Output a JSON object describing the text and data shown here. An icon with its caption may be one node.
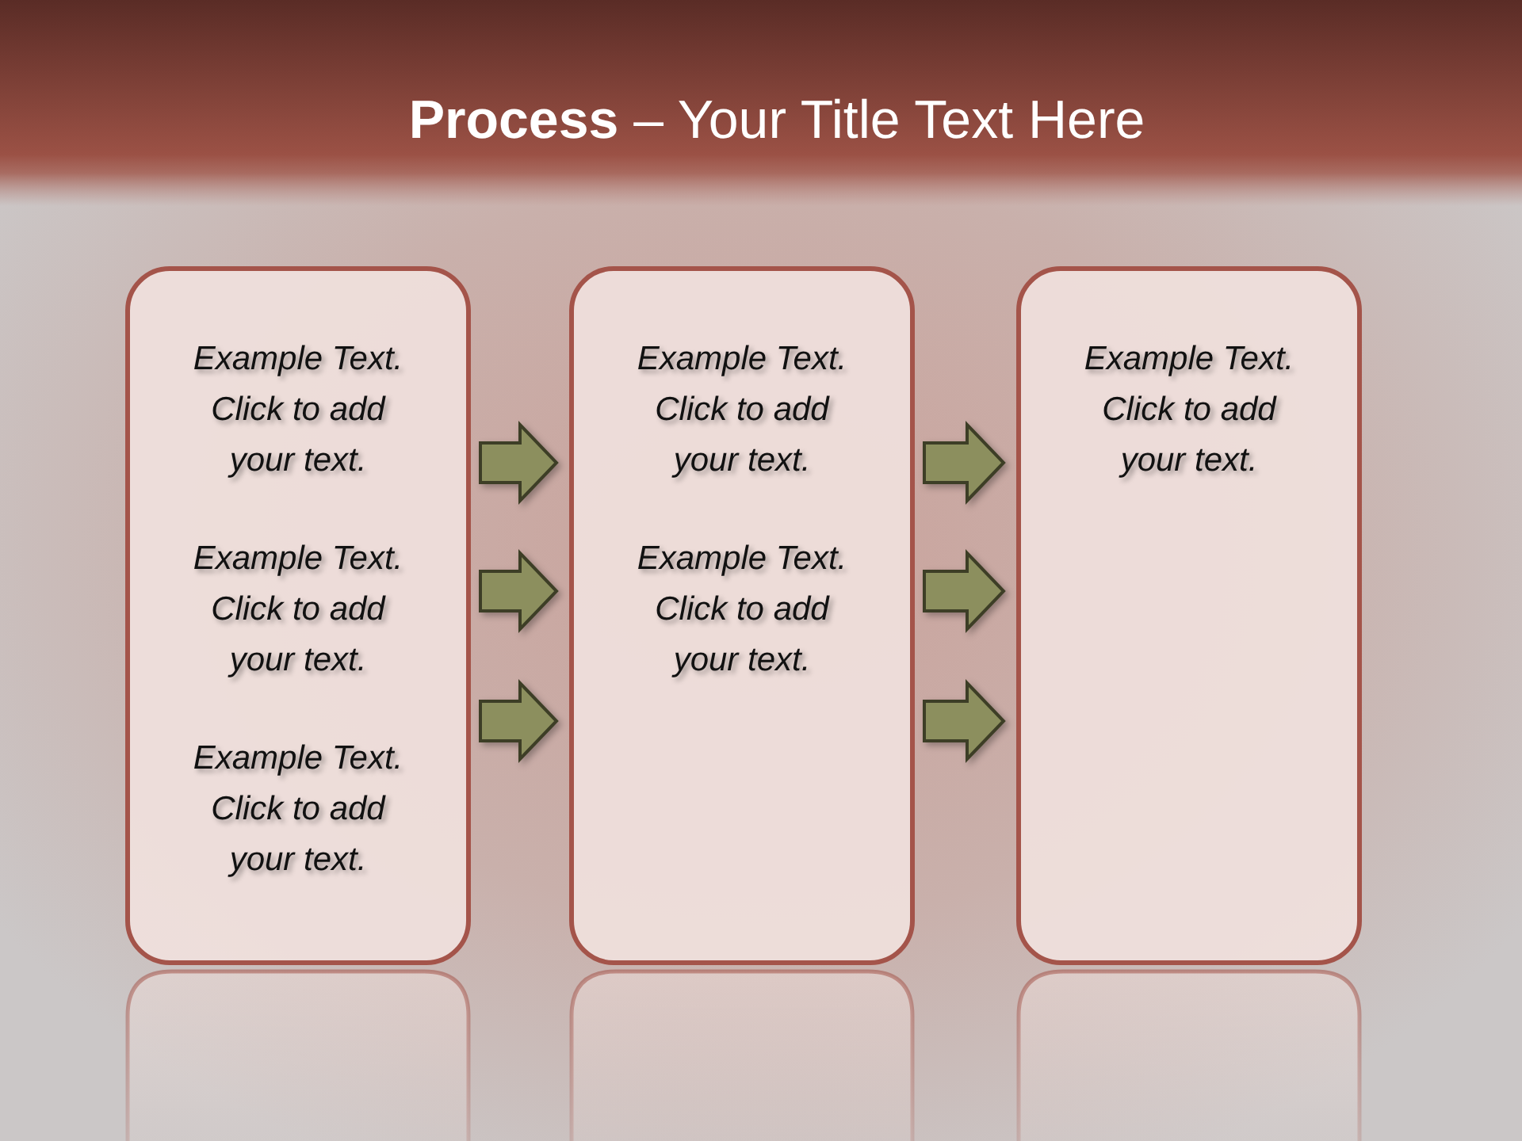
{
  "diagram": {
    "title": "**Process** – Your Title Text Here",
    "nodes": [
      {
        "text": [
          "Example Text. Click to add your text.",
          "Example Text. Click to add your text.",
          "Example Text. Click to add your text."
        ]
      },
      {
        "text": [
          "Example Text. Click to add your text.",
          "Example Text. Click to add your text."
        ]
      },
      {
        "text": [
          "Example Text. Click to add your text."
        ]
      }
    ],
    "edges": [
      {
        "from": 0,
        "to": 1,
        "arrow": "to"
      },
      {
        "from": 0,
        "to": 1,
        "arrow": "to"
      },
      {
        "from": 0,
        "to": 1,
        "arrow": "to"
      },
      {
        "from": 1,
        "to": 2,
        "arrow": "to"
      },
      {
        "from": 1,
        "to": 2,
        "arrow": "to"
      },
      {
        "from": 1,
        "to": 2,
        "arrow": "to"
      }
    ]
  }
}
